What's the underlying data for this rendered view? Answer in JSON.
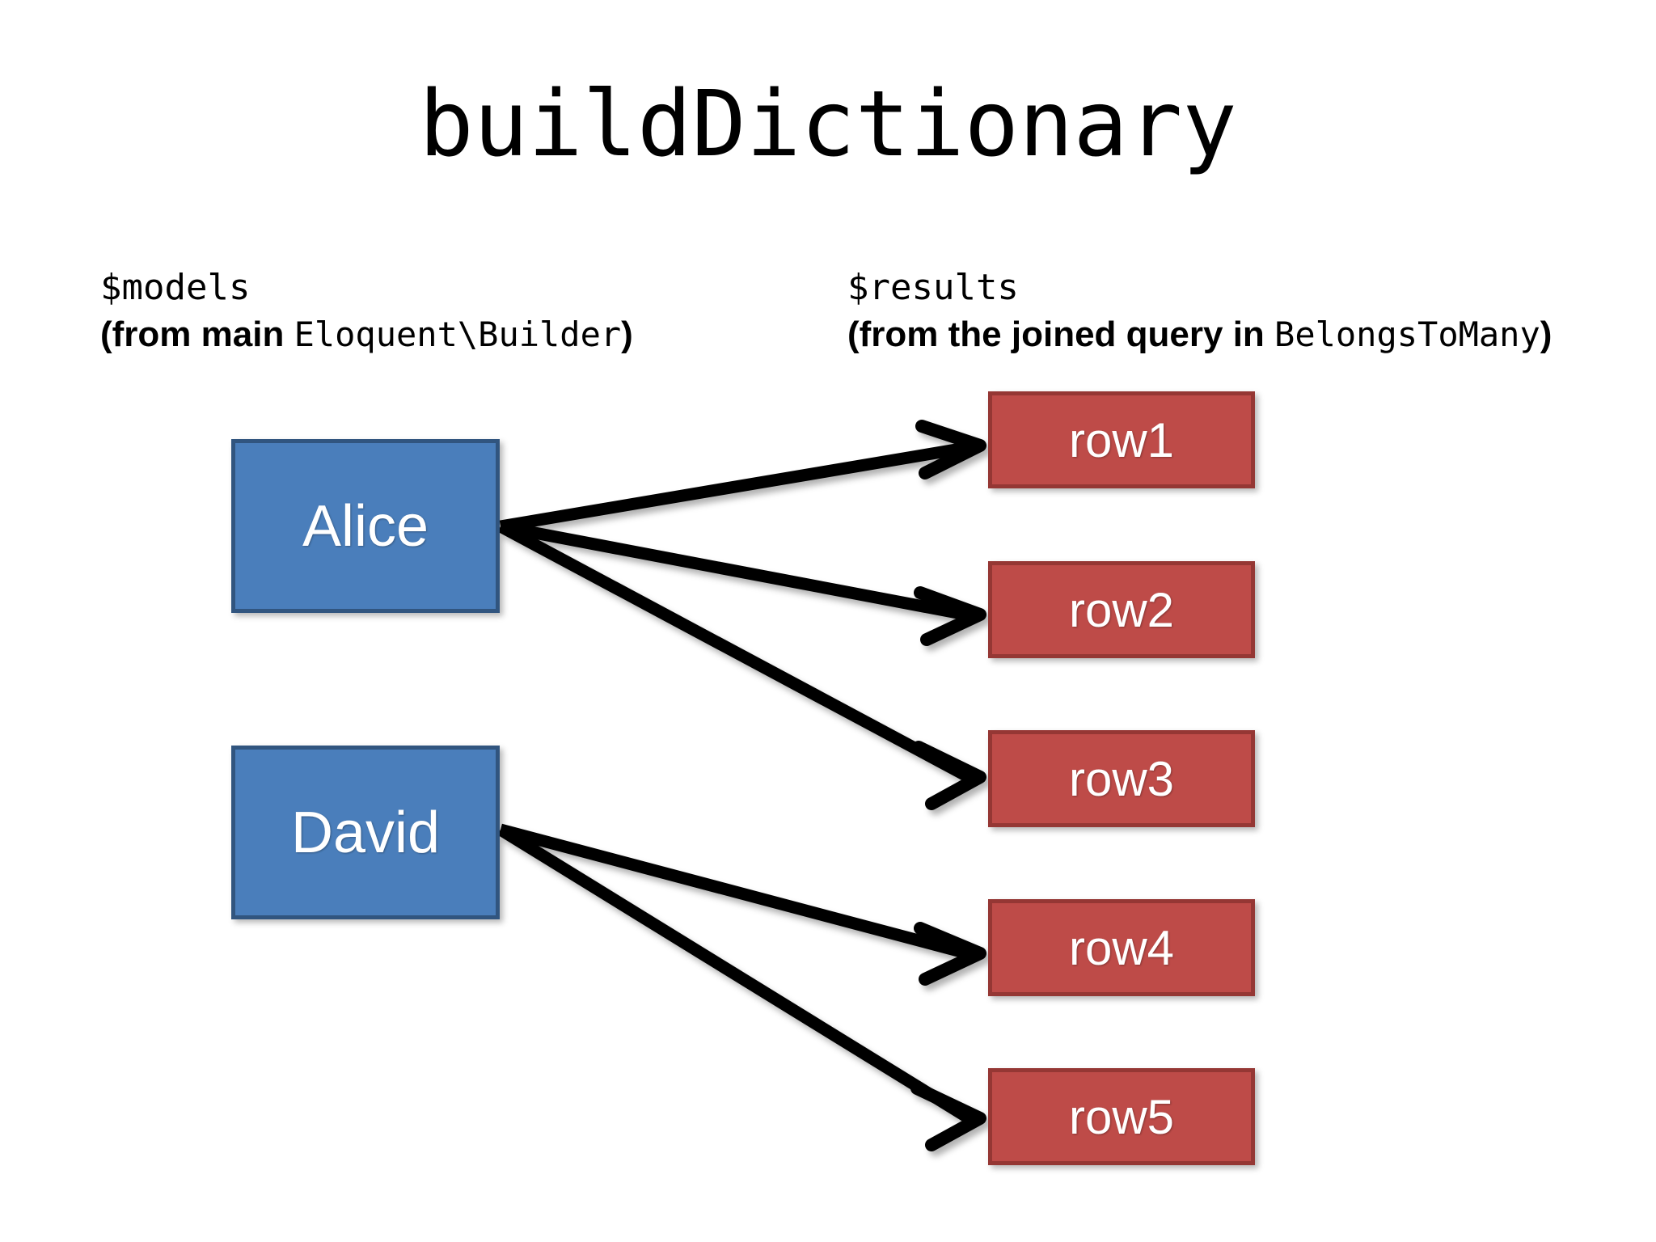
{
  "slide": {
    "title": "buildDictionary",
    "background": "#ffffff"
  },
  "captions": {
    "models": {
      "variable": "$models",
      "note_prefix": "(from main ",
      "note_code": "Eloquent\\Builder",
      "note_suffix": ")"
    },
    "results": {
      "variable": "$results",
      "note_prefix": "(from the joined query in ",
      "note_code": "BelongsToMany",
      "note_suffix": ")"
    }
  },
  "models": [
    {
      "label": "Alice"
    },
    {
      "label": "David"
    }
  ],
  "results": [
    {
      "label": "row1"
    },
    {
      "label": "row2"
    },
    {
      "label": "row3"
    },
    {
      "label": "row4"
    },
    {
      "label": "row5"
    }
  ],
  "colors": {
    "model_fill": "#4A7EBB",
    "model_border": "#31557F",
    "result_fill": "#BE4B48",
    "result_border": "#953734",
    "arrow": "#000000",
    "text_on_box": "#ffffff",
    "text": "#000000"
  },
  "edges": [
    {
      "from": "Alice",
      "to": "row1"
    },
    {
      "from": "Alice",
      "to": "row2"
    },
    {
      "from": "Alice",
      "to": "row3"
    },
    {
      "from": "David",
      "to": "row4"
    },
    {
      "from": "David",
      "to": "row5"
    }
  ]
}
